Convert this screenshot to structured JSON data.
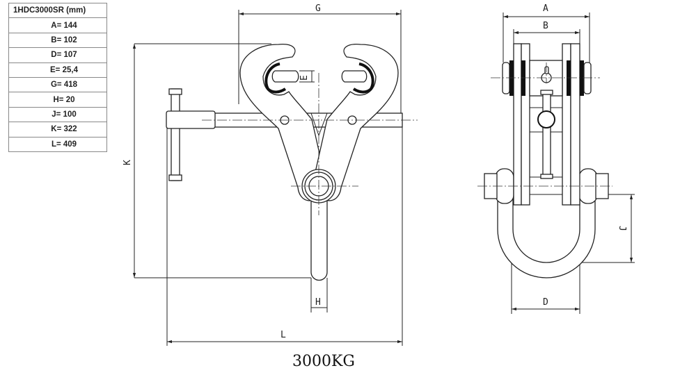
{
  "table": {
    "header": "1HDC3000SR  (mm)",
    "rows": [
      "A= 144",
      "B= 102",
      "D= 107",
      "E= 25,4",
      "G= 418",
      "H= 20",
      "J= 100",
      "K= 322",
      "L= 409"
    ]
  },
  "labels": {
    "G": "G",
    "K": "K",
    "L": "L",
    "H": "H",
    "E": "E",
    "A": "A",
    "B": "B",
    "D": "D",
    "J": "J"
  },
  "capacity": "3000KG"
}
